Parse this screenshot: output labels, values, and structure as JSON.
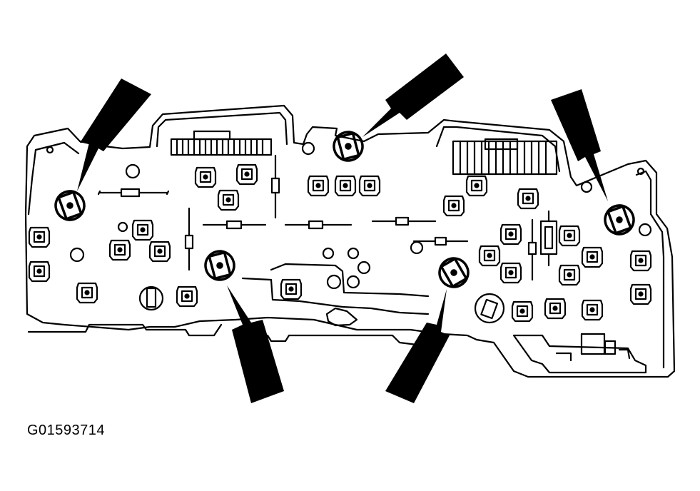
{
  "figure": {
    "id_label": "G01593714",
    "ink_color": "#000000",
    "background_color": "#ffffff"
  },
  "callouts": [
    {
      "icon": "arrow-icon",
      "points_to": "bulb-socket-left"
    },
    {
      "icon": "arrow-icon",
      "points_to": "bulb-socket-top-center"
    },
    {
      "icon": "arrow-icon",
      "points_to": "bulb-socket-right"
    },
    {
      "icon": "arrow-icon",
      "points_to": "bulb-socket-lower-left-center"
    },
    {
      "icon": "arrow-icon",
      "points_to": "bulb-socket-lower-right-center"
    }
  ]
}
